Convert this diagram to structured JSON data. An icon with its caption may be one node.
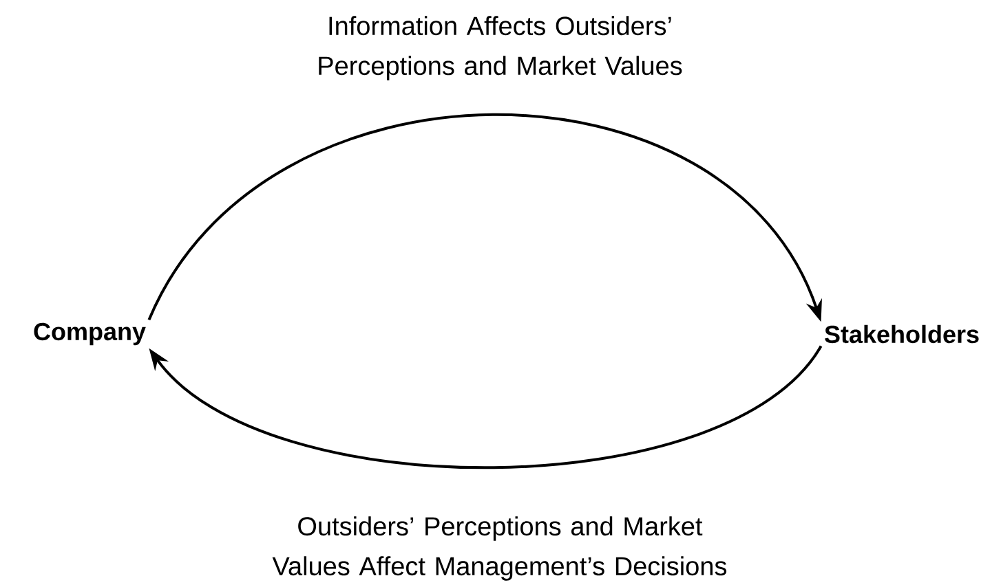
{
  "diagram": {
    "nodes": [
      {
        "text": [
          "Company"
        ]
      },
      {
        "text": [
          "Stakeholders"
        ]
      }
    ],
    "edges": [
      {
        "from": 0,
        "to": 1,
        "arrow": "to",
        "label": "Information Affects Outsiders’ Perceptions and Market Values"
      },
      {
        "from": 1,
        "to": 0,
        "arrow": "to",
        "label": "Outsiders’ Perceptions and Market Values Affect Management’s Decisions"
      }
    ]
  }
}
